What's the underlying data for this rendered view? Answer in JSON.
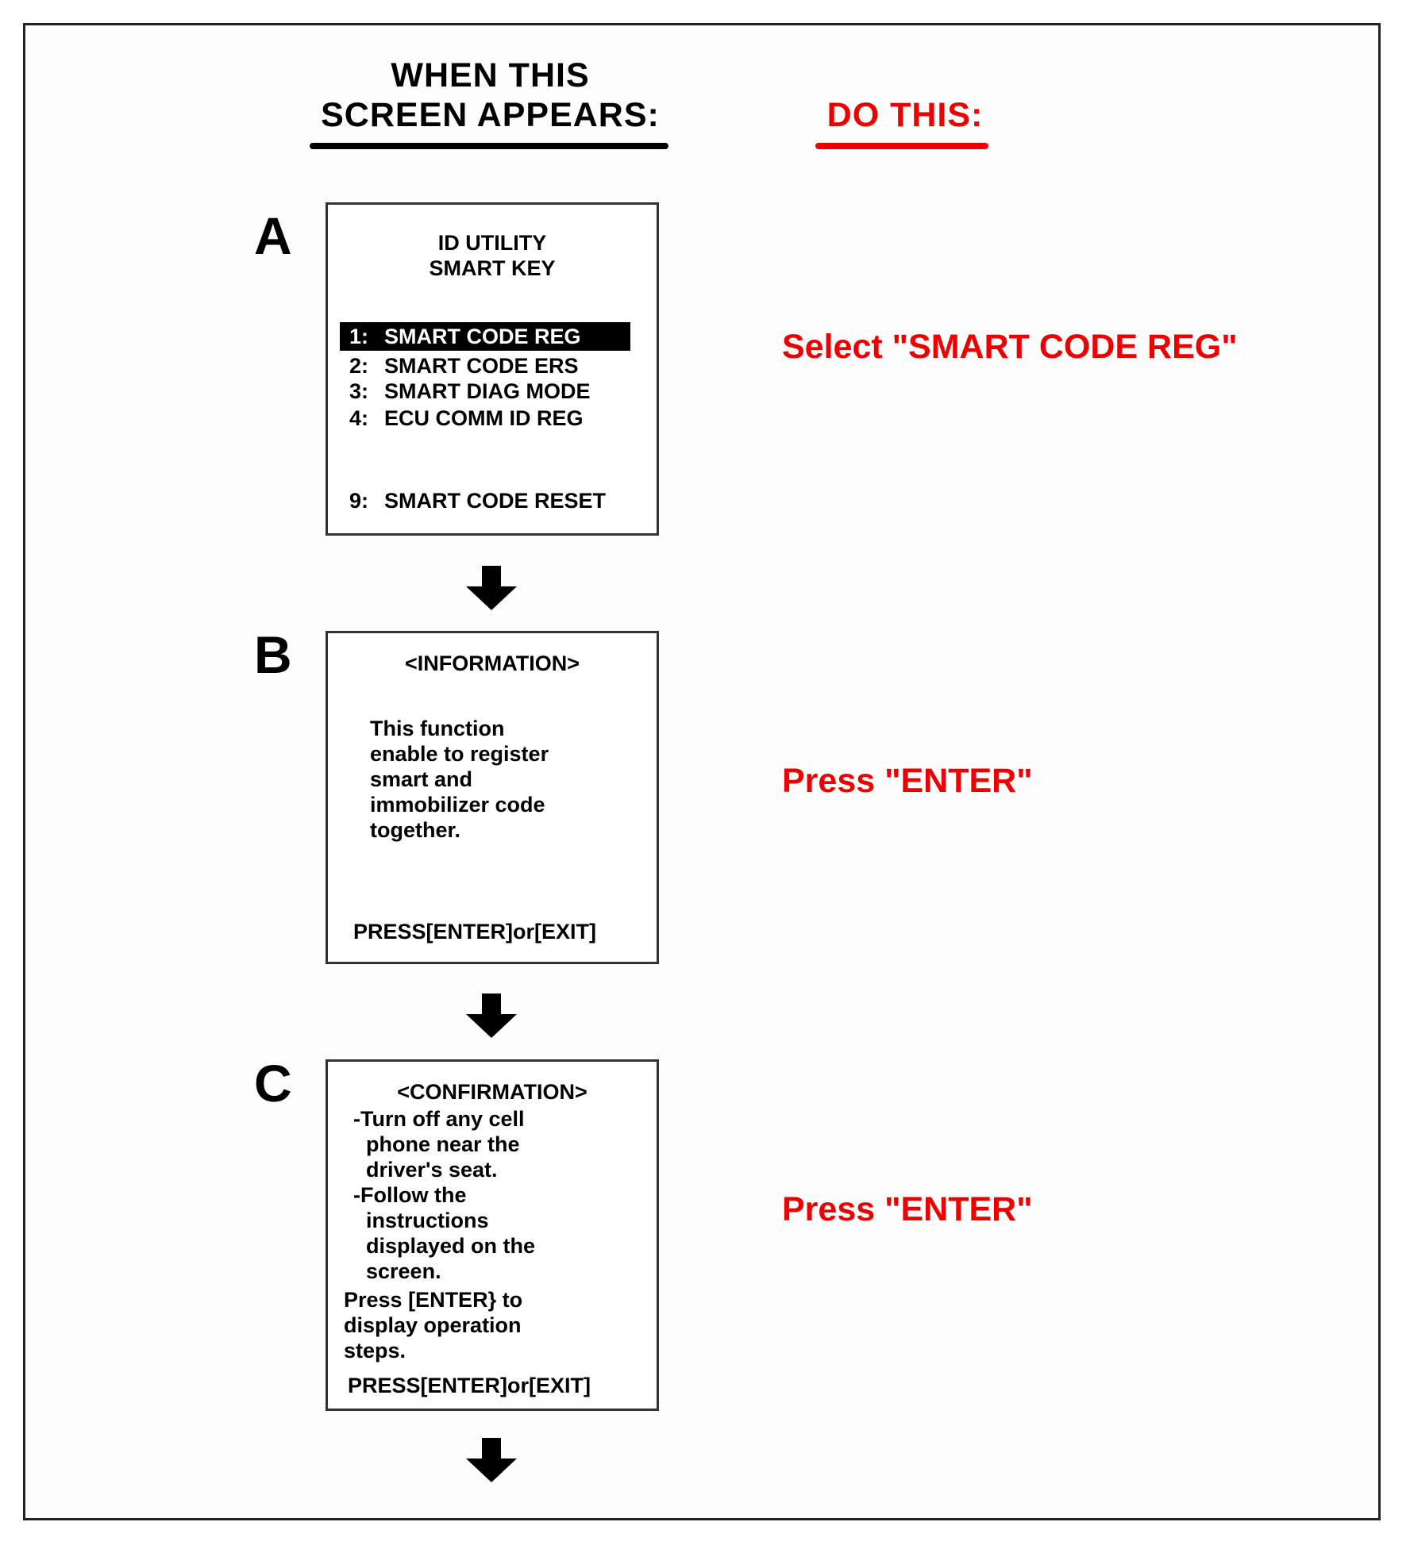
{
  "headers": {
    "screen_col": [
      "WHEN THIS",
      "SCREEN APPEARS:"
    ],
    "action_col": "DO THIS:",
    "screen_rule_color": "#000000",
    "action_color": "#ee0000"
  },
  "steps": [
    {
      "letter": "A",
      "screen": {
        "title_lines": [
          "ID UTILITY",
          "SMART KEY"
        ],
        "menu": [
          {
            "num": "1:",
            "label": "SMART CODE REG",
            "selected": true
          },
          {
            "num": "2:",
            "label": "SMART CODE ERS",
            "selected": false
          },
          {
            "num": "3:",
            "label": "SMART DIAG MODE",
            "selected": false
          },
          {
            "num": "4:",
            "label": "ECU COMM ID REG",
            "selected": false
          },
          {
            "num": "9:",
            "label": "SMART CODE RESET",
            "selected": false
          }
        ]
      },
      "action": "Select \"SMART CODE REG\""
    },
    {
      "letter": "B",
      "screen": {
        "title": "<INFORMATION>",
        "body": [
          "This function",
          "enable to register",
          "smart and",
          "immobilizer  code",
          "together."
        ],
        "footer": "PRESS[ENTER]or[EXIT]"
      },
      "action": "Press \"ENTER\""
    },
    {
      "letter": "C",
      "screen": {
        "title": "<CONFIRMATION>",
        "bullet1": [
          "-Turn off any cell",
          "phone near the",
          "driver's seat."
        ],
        "bullet2": [
          "-Follow the",
          "instructions",
          "displayed on the",
          "screen."
        ],
        "note": [
          "Press [ENTER} to",
          "display operation",
          "steps."
        ],
        "footer": "PRESS[ENTER]or[EXIT]"
      },
      "action": "Press \"ENTER\""
    }
  ],
  "arrow_icon": "down-arrow-icon"
}
